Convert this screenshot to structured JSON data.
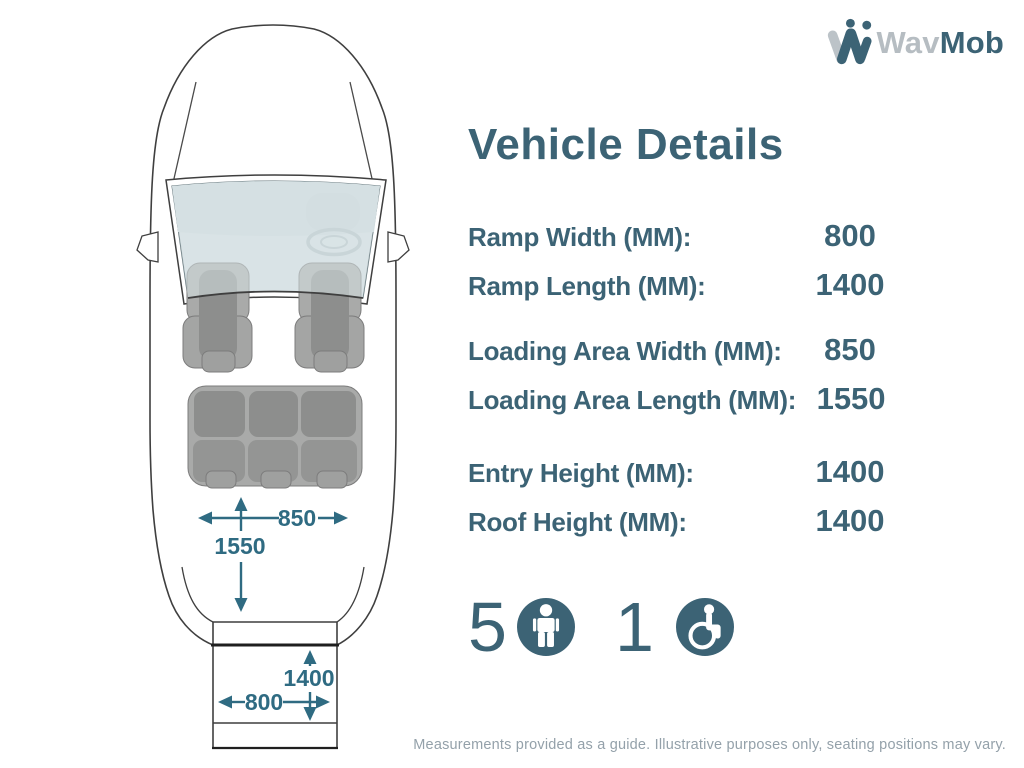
{
  "logo": {
    "brand_light": "Wav",
    "brand_dark": "Mob"
  },
  "title": "Vehicle Details",
  "specs": [
    {
      "label": "Ramp Width (MM):",
      "value": "800"
    },
    {
      "label": "Ramp Length (MM):",
      "value": "1400"
    },
    {
      "label": "Loading Area Width (MM):",
      "value": "850"
    },
    {
      "label": "Loading Area Length (MM):",
      "value": "1550"
    },
    {
      "label": "Entry Height (MM):",
      "value": "1400"
    },
    {
      "label": "Roof Height (MM):",
      "value": "1400"
    }
  ],
  "occupancy": {
    "seats": "5",
    "wheelchairs": "1"
  },
  "diagram": {
    "loading_width_label": "850",
    "loading_length_label": "1550",
    "ramp_width_label": "800",
    "ramp_length_label": "1400"
  },
  "disclaimer": "Measurements provided as a guide. Illustrative purposes only, seating positions may vary.",
  "colors": {
    "teal_text": "#3c6375",
    "dimension_teal": "#2f6b82",
    "logo_gray": "#b6bdc2",
    "seat_gray": "#a9aaa9",
    "glass_blue": "#d9e3e6"
  }
}
